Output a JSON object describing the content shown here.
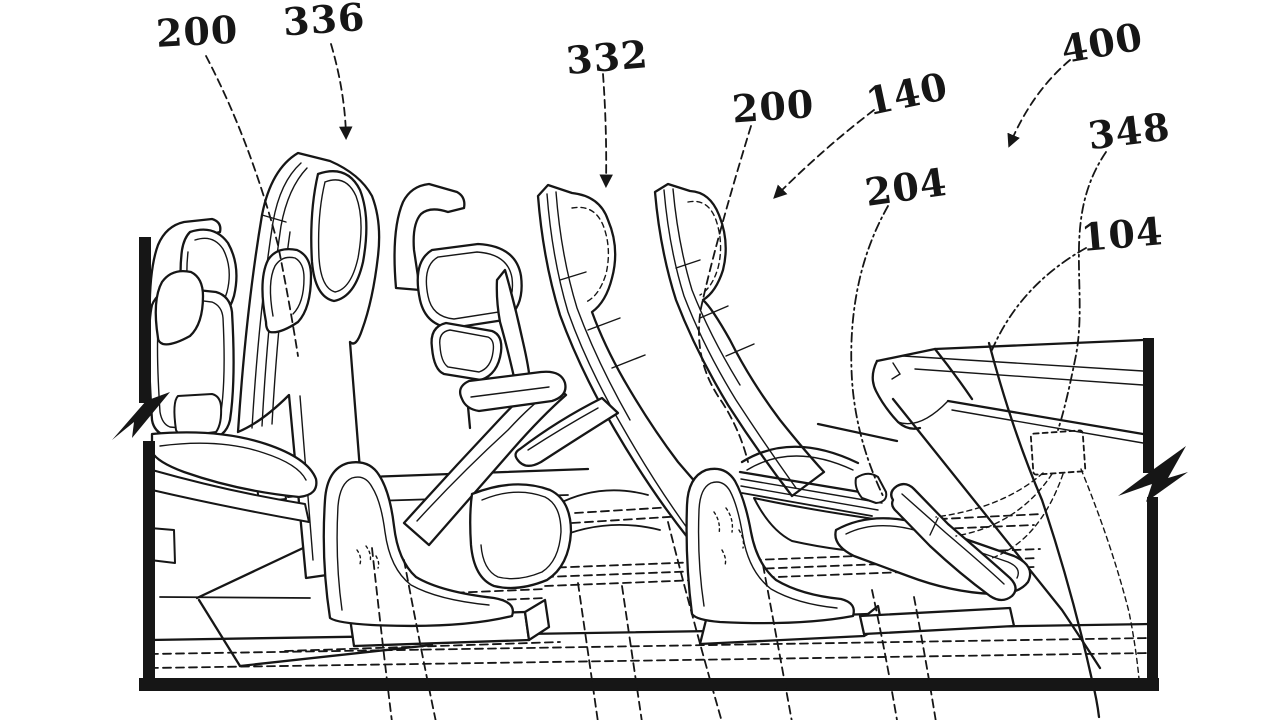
{
  "meta": {
    "figure_kind": "patent-style bitonal line drawing",
    "scene": "vehicle interior with multiple seats in varied recline positions",
    "ink_color": "#161616",
    "paper_color": "#ffffff"
  },
  "labels": [
    {
      "id": "ref-200-left",
      "text": "200"
    },
    {
      "id": "ref-336",
      "text": "336"
    },
    {
      "id": "ref-332",
      "text": "332"
    },
    {
      "id": "ref-200-middle",
      "text": "200"
    },
    {
      "id": "ref-140",
      "text": "140"
    },
    {
      "id": "ref-400",
      "text": "400"
    },
    {
      "id": "ref-204",
      "text": "204"
    },
    {
      "id": "ref-348",
      "text": "348"
    },
    {
      "id": "ref-104",
      "text": "104"
    }
  ]
}
